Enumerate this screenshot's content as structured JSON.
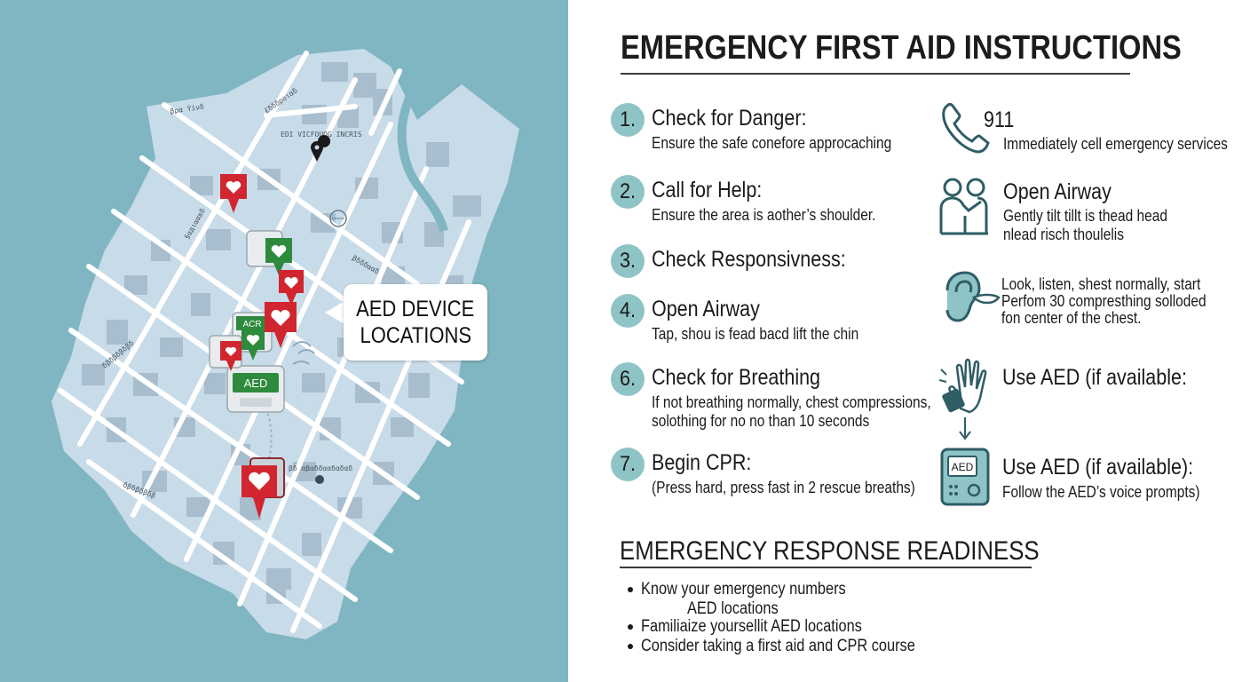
{
  "map": {
    "callout_line1": "AED DEVICE",
    "callout_line2": "LOCATIONS",
    "street_labels": [
      "βρα Ýіνδ",
      "£δδδрοιαδ",
      "EDI VICFOUOG INCRIS",
      "§αдιααвδ",
      "βδδδααδ",
      "δβδβδβδβδ",
      "δβδβδβδβ",
      "βδ αβαδδααδαδαδ"
    ],
    "aed_box_label_1": "ACR",
    "aed_box_label_2": "AED",
    "colors": {
      "water": "#7fb6c1",
      "land": "#c8dbe9",
      "street": "#ffffff",
      "pin_red": "#d1262f",
      "pin_green": "#2e8b3d"
    }
  },
  "instructions": {
    "title": "EMERGENCY FIRST AID INSTRUCTIONS",
    "steps": [
      {
        "number": "1.",
        "heading": "Check for Danger:",
        "desc": "Ensure the safe conefore approcaching"
      },
      {
        "number": "2.",
        "heading": "Call for Help:",
        "desc": "Ensure the area is aother’s shoulder."
      },
      {
        "number": "3.",
        "heading": "Check Responsivness:",
        "desc": ""
      },
      {
        "number": "4.",
        "heading": "Open Airway",
        "desc": "Tap, shou is fead bacd lift the chin"
      },
      {
        "number": "6.",
        "heading": "Check for Breathing",
        "desc_line1": "If not breathing normally, chest compressions,",
        "desc_line2": "solothing for no no than 10 seconds"
      },
      {
        "number": "7.",
        "heading": "Begin CPR:",
        "desc": "(Press hard, press fast in 2 rescue breaths)"
      }
    ],
    "right_column": [
      {
        "icon": "phone-icon",
        "heading": "911",
        "desc": "Immediately cell emergency services"
      },
      {
        "icon": "two-people-icon",
        "heading": "Open Airway",
        "desc_line1": "Gently tilt tillt is thead head",
        "desc_line2": "nlead risch thoulelis"
      },
      {
        "icon": "ear-listen-icon",
        "heading": "",
        "desc_line1": "Look, listen, shest normally, start",
        "desc_line2": "Perfom 30 compresthing solloded",
        "desc_line3": "fon center of the chest."
      },
      {
        "icon": "hand-pads-icon",
        "heading": "Use AED (if available:",
        "desc": ""
      },
      {
        "icon": "aed-device-icon",
        "icon_label": "AED",
        "heading": "Use AED (if available):",
        "desc": "Follow the AED’s voice prompts)"
      }
    ],
    "accent_color": "#8fc4c6"
  },
  "readiness": {
    "title": "EMERGENCY RESPONSE READINESS",
    "bullets": [
      {
        "line1": "Know your emergency numbers",
        "line2": "AED locations"
      },
      {
        "line1": "Familiaize yoursellit AED locations"
      },
      {
        "line1": "Consider taking a first aid and CPR course"
      }
    ]
  }
}
